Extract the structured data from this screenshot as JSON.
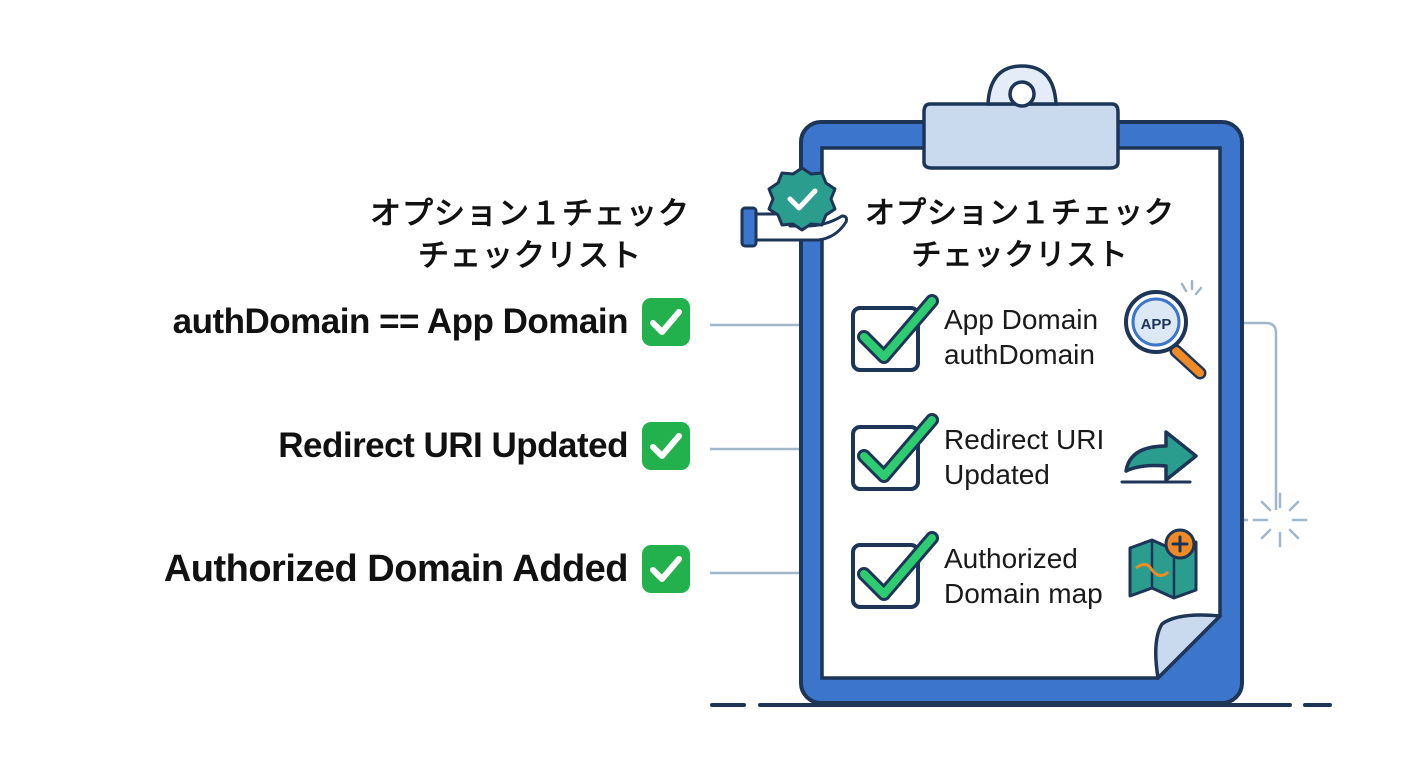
{
  "left_panel": {
    "title_line1": "オプション１チェック",
    "title_line2": "チェックリスト",
    "items": [
      {
        "label": "authDomain == App Domain"
      },
      {
        "label": "Redirect URI Updated"
      },
      {
        "label": "Authorized Domain Added"
      }
    ]
  },
  "clipboard": {
    "title_line1": "オプション１チェック",
    "title_line2": "チェックリスト",
    "items": [
      {
        "line1": "App Domain",
        "line2": "authDomain",
        "icon": "magnifier-icon"
      },
      {
        "line1": "Redirect URI",
        "line2": "Updated",
        "icon": "arrow-icon"
      },
      {
        "line1": "Authorized",
        "line2": "Domain map",
        "icon": "map-icon"
      }
    ],
    "magnifier_label": "APP"
  },
  "colors": {
    "board_blue": "#3c75cc",
    "outline_navy": "#1d3557",
    "paper": "#ffffff",
    "clip_fill": "#c9d9ee",
    "check_green": "#2ecc71",
    "teal": "#2a9d8f",
    "orange": "#f08a24",
    "emoji_green": "#22b14c",
    "connector_gray": "#9fb7c9"
  }
}
